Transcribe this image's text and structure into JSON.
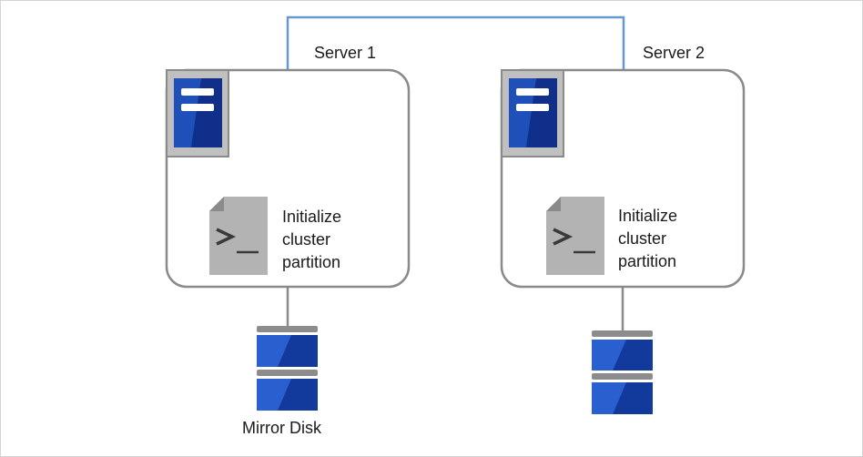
{
  "servers": [
    {
      "name": "Server 1",
      "script_label_lines": [
        "Initialize",
        "cluster",
        "partition"
      ]
    },
    {
      "name": "Server 2",
      "script_label_lines": [
        "Initialize",
        "cluster",
        "partition"
      ]
    }
  ],
  "disks": [
    {
      "label": "Mirror Disk"
    },
    {
      "label": ""
    }
  ],
  "colors": {
    "network_line": "#6699cc",
    "box_border": "#8a8a8a",
    "server_icon_bg": "#c0c0c0",
    "server_icon_blue": "#1f4fb8",
    "server_icon_blue_dark": "#0f2f8a",
    "script_icon_gray": "#b3b3b3",
    "disk_gray": "#8c8c8c"
  },
  "icons": [
    "server-icon",
    "script-icon",
    "disk-icon"
  ]
}
